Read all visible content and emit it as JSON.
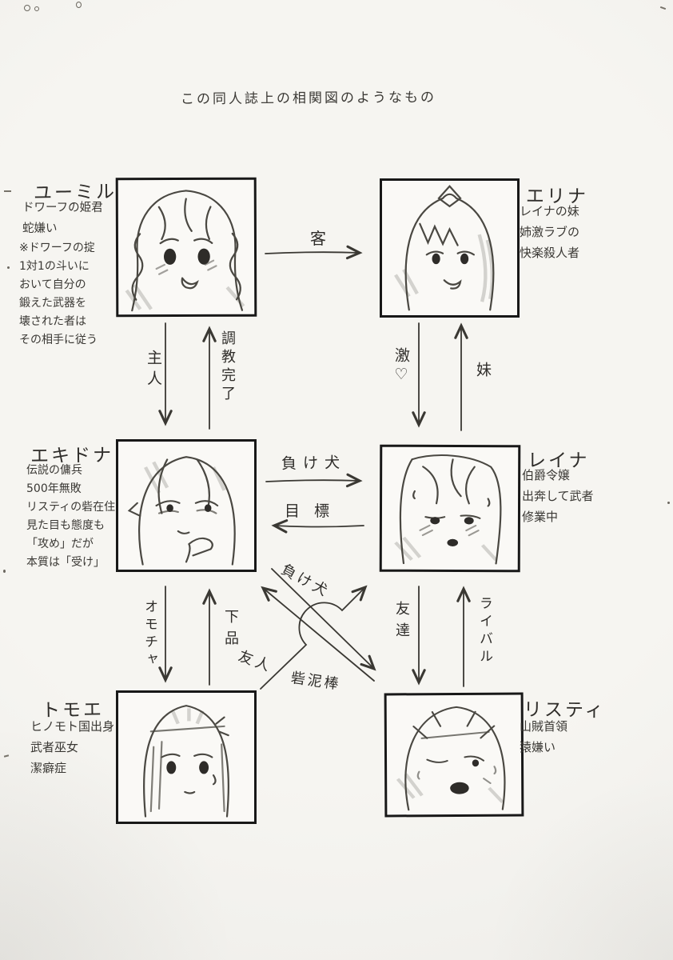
{
  "page": {
    "title": "この同人誌上の相関図のようなもの",
    "paper_color": "#f6f5f1",
    "ink_color": "#3a3833"
  },
  "characters": [
    {
      "id": "yumil",
      "name": "ユーミル",
      "bio": [
        "ドワーフの姫君",
        "蛇嫌い"
      ],
      "note": [
        "※ドワーフの掟",
        "1対1の斗いに",
        "おいて自分の",
        "鍛えた武器を",
        "壊された者は",
        "その相手に従う"
      ]
    },
    {
      "id": "elina",
      "name": "エリナ",
      "bio": [
        "レイナの妹",
        "姉激ラブの",
        "快楽殺人者"
      ]
    },
    {
      "id": "echidna",
      "name": "エキドナ",
      "bio": [
        "伝説の傭兵",
        "500年無敗",
        "リスティの砦在住",
        "見た目も態度も",
        "「攻め」だが",
        "本質は「受け」"
      ]
    },
    {
      "id": "leina",
      "name": "レイナ",
      "bio": [
        "伯爵令嬢",
        "出奔して武者",
        "修業中"
      ]
    },
    {
      "id": "tomoe",
      "name": "トモエ",
      "bio": [
        "ヒノモト国出身",
        "武者巫女",
        "潔癖症"
      ]
    },
    {
      "id": "risty",
      "name": "リスティ",
      "bio": [
        "山賊首領",
        "猿嫌い"
      ]
    }
  ],
  "relations": [
    {
      "from": "yumil",
      "to": "elina",
      "label": "客"
    },
    {
      "from": "yumil",
      "to": "echidna",
      "label": "主人"
    },
    {
      "from": "echidna",
      "to": "yumil",
      "label": "調教完了"
    },
    {
      "from": "elina",
      "to": "leina",
      "label": "激♡"
    },
    {
      "from": "leina",
      "to": "elina",
      "label": "妹"
    },
    {
      "from": "echidna",
      "to": "leina",
      "label": "負け犬"
    },
    {
      "from": "leina",
      "to": "echidna",
      "label": "目標"
    },
    {
      "from": "echidna",
      "to": "tomoe",
      "label": "オモチャ"
    },
    {
      "from": "tomoe",
      "to": "echidna",
      "label": "下品"
    },
    {
      "from": "leina",
      "to": "risty",
      "label": "友達"
    },
    {
      "from": "risty",
      "to": "leina",
      "label": "ライバル"
    },
    {
      "from": "echidna",
      "to": "risty",
      "label": "負け犬"
    },
    {
      "from": "risty",
      "to": "echidna",
      "label": "砦泥棒"
    },
    {
      "from": "tomoe",
      "to": "leina",
      "label": "友人"
    }
  ]
}
